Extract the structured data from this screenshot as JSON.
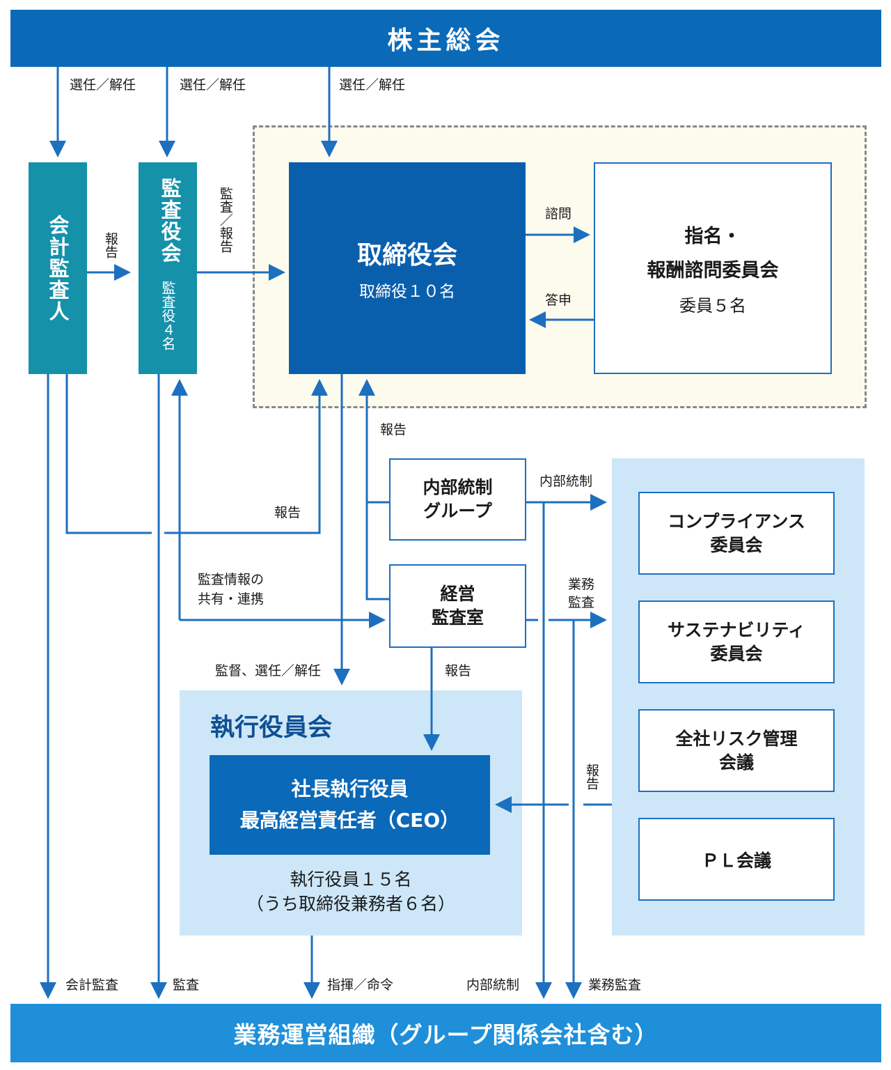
{
  "top_bar": {
    "label": "株主総会"
  },
  "bottom_bar": {
    "label": "業務運営組織（グループ関係会社含む）"
  },
  "appoint_labels": [
    "選任／解任",
    "選任／解任",
    "選任／解任"
  ],
  "auditor": {
    "label": "会計監査人"
  },
  "audit_board": {
    "label": "監査役会",
    "sub": "監査役４名"
  },
  "board": {
    "title": "取締役会",
    "sub": "取締役１０名"
  },
  "committee": {
    "line1": "指名・",
    "line2": "報酬諮問委員会",
    "sub": "委員５名"
  },
  "internal_control": {
    "line1": "内部統制",
    "line2": "グループ"
  },
  "mgmt_audit": {
    "line1": "経営",
    "line2": "監査室"
  },
  "exec_council": {
    "title": "執行役員会",
    "ceo_line1": "社長執行役員",
    "ceo_line2": "最高経営責任者（CEO）",
    "members_line1": "執行役員１５名",
    "members_line2": "（うち取締役兼務者６名）"
  },
  "right_committees": [
    "コンプライアンス\n委員会",
    "サステナビリティ\n委員会",
    "全社リスク管理\n会議",
    "ＰＬ会議"
  ],
  "labels": {
    "report_auditor": "報告",
    "audit_report": "監査／報告",
    "consult": "諮問",
    "answer": "答申",
    "report_board": "報告",
    "report_acct": "報告",
    "internal_control_arrow": "内部統制",
    "audit_info_1": "監査情報の",
    "audit_info_2": "共有・連携",
    "business_audit": "業務\n監査",
    "supervise": "監督、選任／解任",
    "report_ceo": "報告",
    "report_right": "報告",
    "acct_audit": "会計監査",
    "audit": "監査",
    "command": "指揮／命令",
    "internal_control_bottom": "内部統制",
    "business_audit_bottom": "業務監査"
  },
  "colors": {
    "top_bar": "#0a6ab8",
    "bottom_bar": "#1e8fd8",
    "teal": "#1591aa",
    "board": "#0a5fad",
    "light_blue": "#cde7f8",
    "cream": "#fcfbee",
    "line": "#1d6fbf"
  }
}
